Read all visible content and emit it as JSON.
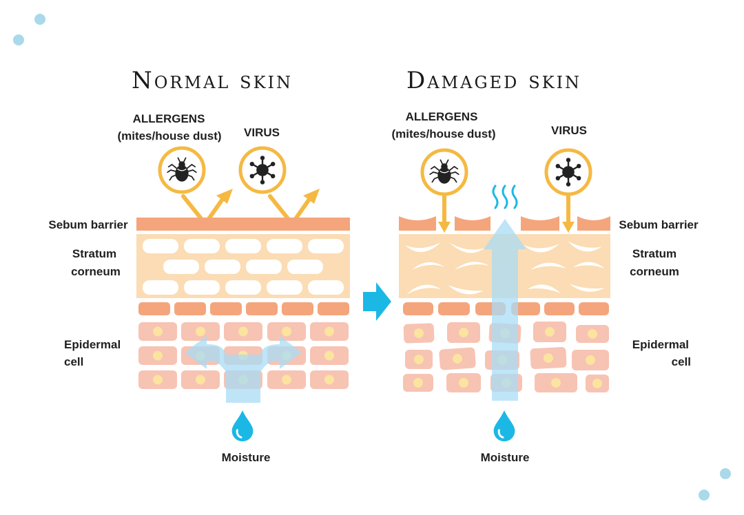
{
  "normal": {
    "title": "Normal skin",
    "allergens": "ALLERGENS",
    "allergens_sub": "(mites/house dust)",
    "virus": "VIRUS",
    "sebum": "Sebum barrier",
    "stratum_1": "Stratum",
    "stratum_2": "corneum",
    "epidermal_1": "Epidermal",
    "epidermal_2": "cell",
    "moisture": "Moisture"
  },
  "damaged": {
    "title": "Damaged skin",
    "allergens": "ALLERGENS",
    "allergens_sub": "(mites/house dust)",
    "virus": "VIRUS",
    "sebum": "Sebum barrier",
    "stratum_1": "Stratum",
    "stratum_2": "corneum",
    "epidermal_1": "Epidermal",
    "epidermal_2": "cell",
    "moisture": "Moisture"
  },
  "icons": {
    "allergen": "mite-icon",
    "virus": "virus-icon",
    "moisture": "water-drop-icon",
    "transition": "right-arrow-icon"
  },
  "colors": {
    "sebum": "#f4a57c",
    "stratum": "#fbdcb4",
    "epidermal": "#f7c3b3",
    "nucleus": "#fbe3a0",
    "moisture": "#1bb8e6",
    "arrow_yellow": "#f5b942",
    "flow": "#a9dcf5"
  }
}
